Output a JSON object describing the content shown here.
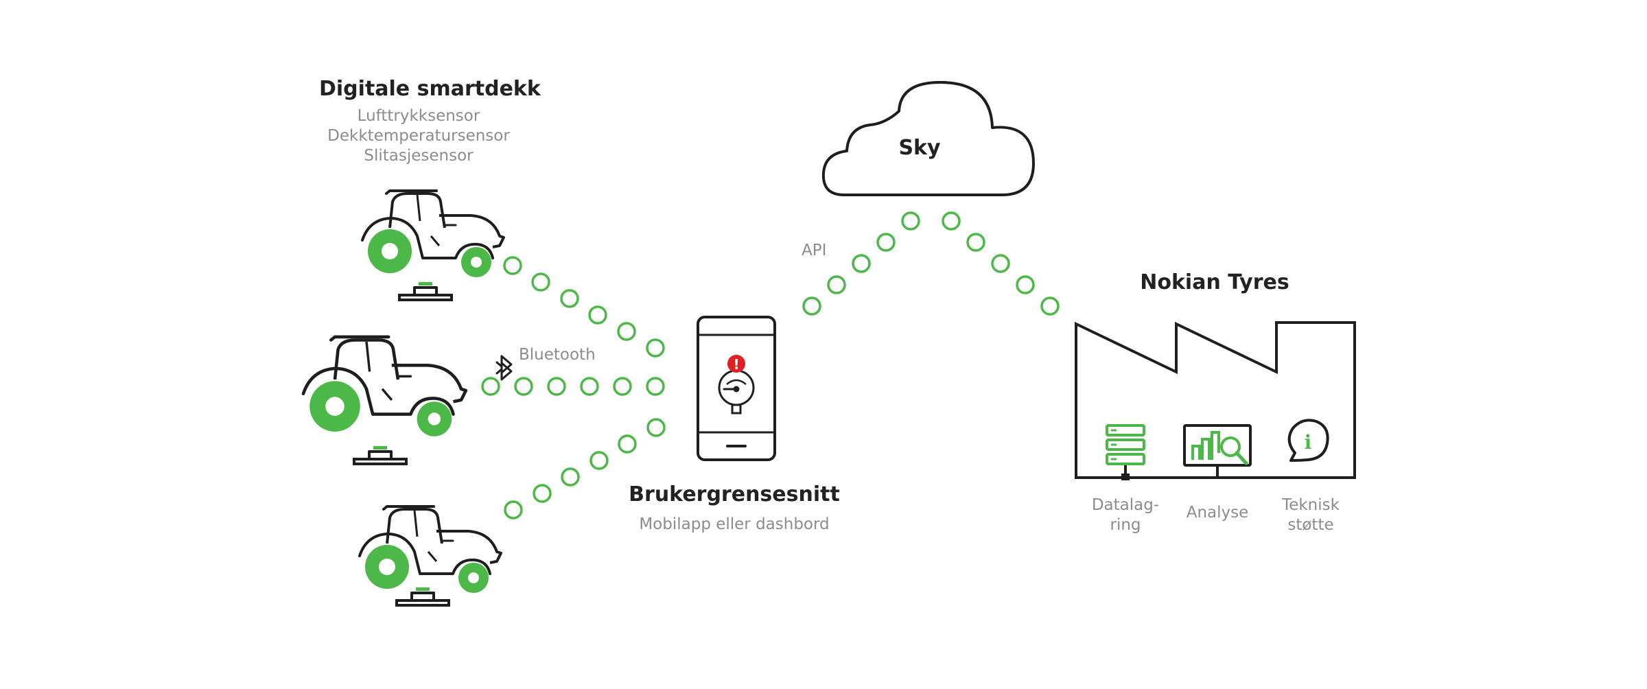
{
  "colors": {
    "accent": "#4cb848",
    "ink": "#1e1e1e",
    "muted": "#8c8c8c",
    "alert": "#e31e24"
  },
  "smart_tyres": {
    "title": "Digitale smartdekk",
    "sensors": [
      "Lufttrykksensor",
      "Dekktemperatursensor",
      "Slitasjesensor"
    ]
  },
  "bluetooth_label": "Bluetooth",
  "api_label": "API",
  "cloud_label": "Sky",
  "ui": {
    "title": "Brukergrensesnitt",
    "subtitle": "Mobilapp eller dashbord"
  },
  "company": {
    "name": "Nokian Tyres",
    "services": [
      {
        "label_lines": [
          "Datalag-",
          "ring"
        ],
        "icon": "server-icon"
      },
      {
        "label_lines": [
          "Analyse"
        ],
        "icon": "analytics-monitor-icon"
      },
      {
        "label_lines": [
          "Teknisk",
          "støtte"
        ],
        "icon": "info-chat-icon"
      }
    ]
  },
  "phone_alert_symbol": "!",
  "info_symbol": "i"
}
